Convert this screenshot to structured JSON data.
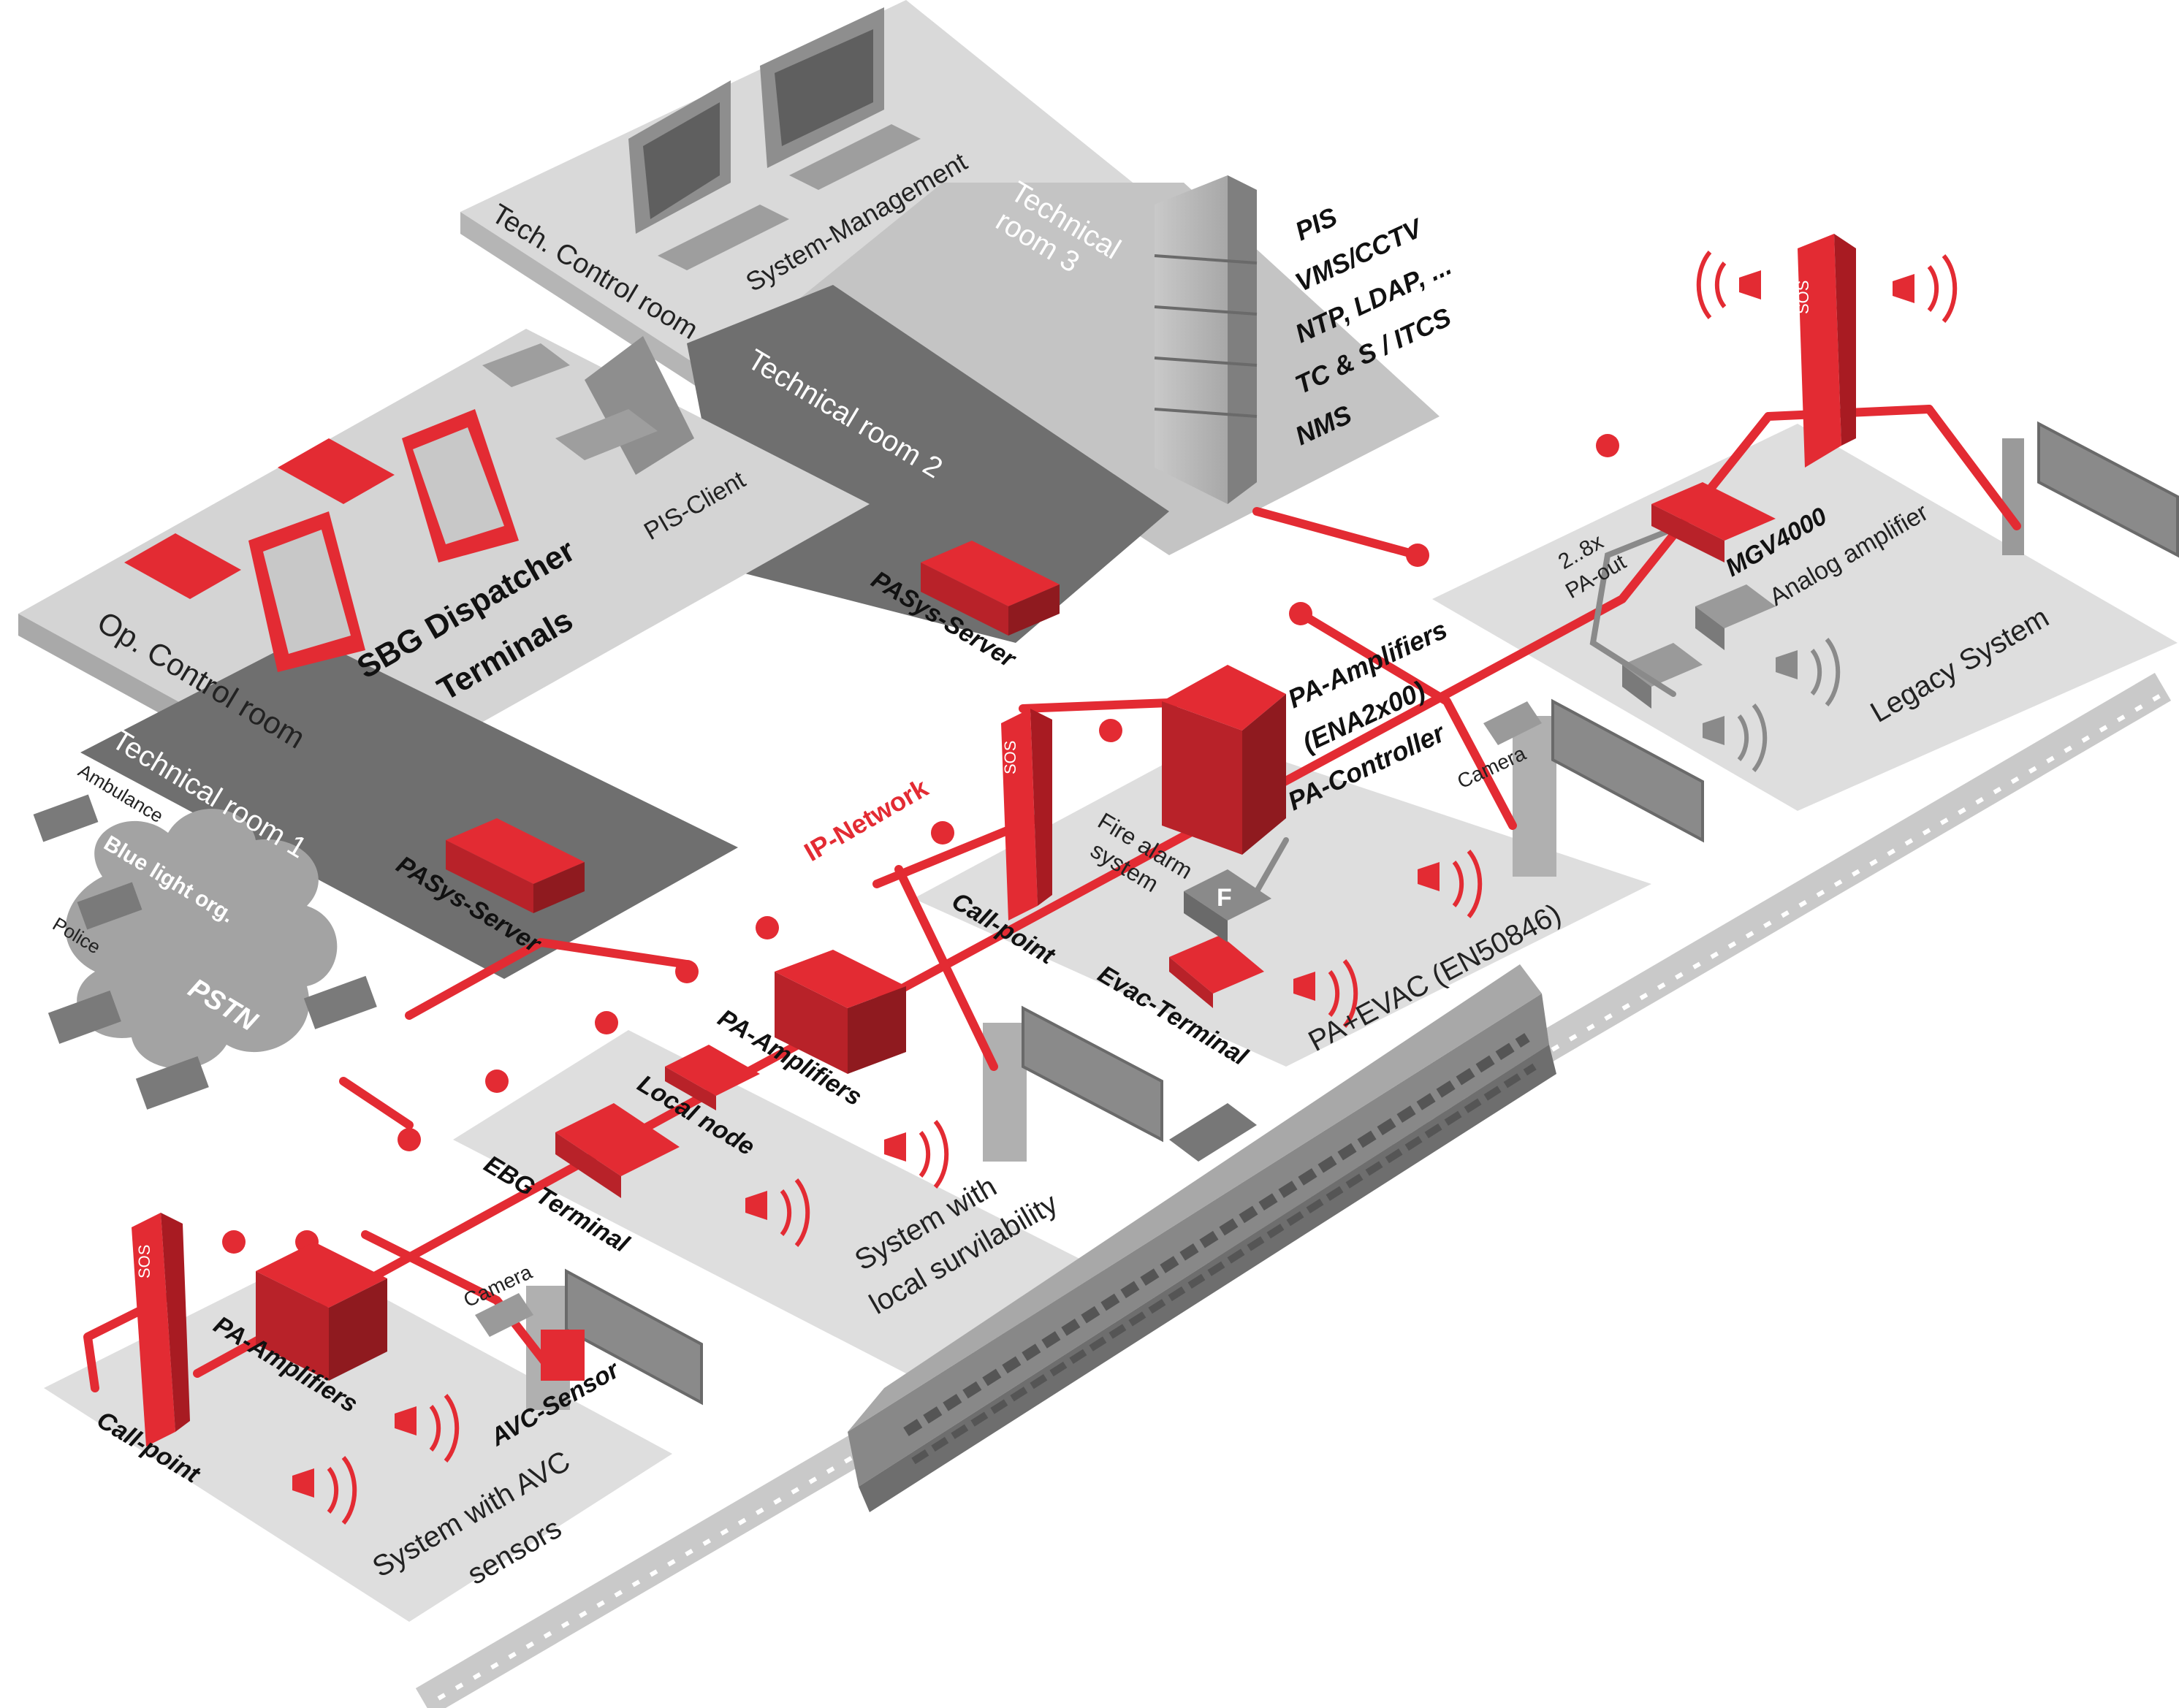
{
  "colors": {
    "accent": "#e32b33",
    "accent_dark": "#a81b22",
    "floor_light": "#dedede",
    "floor_mid": "#bdbdbd",
    "floor_dark": "#6f6f6f",
    "equipment_grey": "#8a8a8a"
  },
  "rooms": {
    "tech_control": "Tech. Control room",
    "system_management": "System-Management",
    "technical_room_3_line1": "Technical",
    "technical_room_3_line2": "room 3",
    "technical_room_2": "Technical room 2",
    "op_control": "Op. Control room",
    "technical_room_1": "Technical room 1",
    "legacy_system": "Legacy System",
    "pa_evac": "PA+EVAC (EN50846)",
    "local_surv_line1": "System with",
    "local_surv_line2": "local survilability",
    "avc_line1": "System with AVC",
    "avc_line2": "sensors"
  },
  "servers": {
    "pis": "PIS",
    "vms": "VMS/CCTV",
    "ntp": "NTP, LDAP, ...",
    "tcs": "TC & S / ITCS",
    "nms": "NMS"
  },
  "labels": {
    "pis_client": "PIS-Client",
    "sbg_line1": "SBG Dispatcher",
    "sbg_line2": "Terminals",
    "pasys_server_2": "PASys-Server",
    "pasys_server_1": "PASys-Server",
    "ip_network": "IP-Network",
    "pa_amps_ena_line1": "PA-Amplifiers",
    "pa_amps_ena_line2": "(ENA2x00)",
    "pa_controller": "PA-Controller",
    "camera_top": "Camera",
    "camera_bottom": "Camera",
    "fire_alarm_line1": "Fire alarm",
    "fire_alarm_line2": "system",
    "fire_f": "F",
    "evac_terminal": "Evac-Terminal",
    "call_point_mid": "Call-point",
    "call_point_bottom": "Call-point",
    "pa_amplifiers_mid": "PA-Amplifiers",
    "pa_amplifiers_bottom": "PA-Amplifiers",
    "local_node": "Local node",
    "ebg_terminal": "EBG Terminal",
    "avc_sensor": "AVC-Sensor",
    "mgv4000": "MGV4000",
    "analog_amp": "Analog amplifier",
    "pa_out_line1": "2..8x",
    "pa_out_line2": "PA-out",
    "ambulance": "Ambulance",
    "blue_light": "Blue light org.",
    "police": "Police",
    "pstn": "PSTN",
    "sos_1": "SOS",
    "sos_2": "SOS",
    "sos_3": "SOS"
  }
}
